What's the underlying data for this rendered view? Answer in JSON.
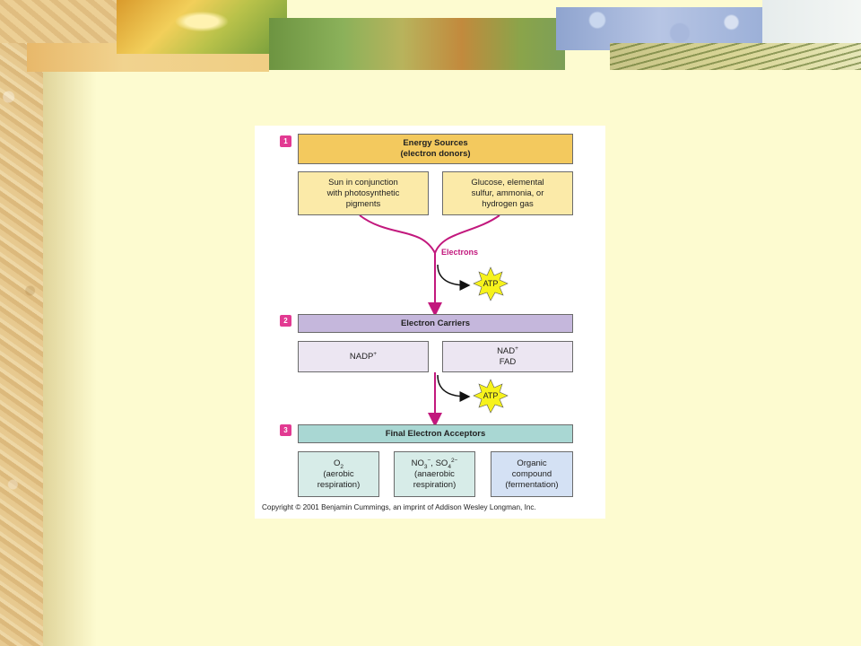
{
  "figure": {
    "steps": [
      "1",
      "2",
      "3"
    ],
    "energy_sources": {
      "header": "Energy Sources\n(electron donors)",
      "left": "Sun in conjunction\nwith photosynthetic\npigments",
      "right": "Glucose, elemental\nsulfur, ammonia, or\nhydrogen gas"
    },
    "electrons_label": "Electrons",
    "atp_label": "ATP",
    "electron_carriers": {
      "header": "Electron Carriers",
      "left_base": "NADP",
      "left_sup": "+",
      "right_line1_base": "NAD",
      "right_line1_sup": "+",
      "right_line2": "FAD"
    },
    "final_acceptors": {
      "header": "Final Electron Acceptors",
      "o2_base": "O",
      "o2_sub": "2",
      "o2_desc": "(aerobic\nrespiration)",
      "anaerobic_no": "NO",
      "anaerobic_no_sub": "3",
      "anaerobic_no_sup": "−",
      "anaerobic_sep": ", SO",
      "anaerobic_so_sub": "4",
      "anaerobic_so_sup": "2−",
      "anaerobic_desc": "(anaerobic\nrespiration)",
      "organic": "Organic\ncompound\n(fermentation)"
    },
    "copyright": "Copyright © 2001 Benjamin Cummings, an imprint of Addison Wesley Longman, Inc."
  },
  "colors": {
    "magenta": "#c2187d",
    "step_badge": "#e23a92",
    "energy_header": "#f3c95e",
    "energy_box": "#fbeaa8",
    "carrier_header": "#c5b7dc",
    "carrier_box": "#ece6f2",
    "acceptor_header": "#a9d7d3",
    "acceptor_box": "#d7ece8",
    "organic_box": "#d4e1f4",
    "atp_star": "#f6f21c",
    "slide_background": "#fdfbd0"
  }
}
